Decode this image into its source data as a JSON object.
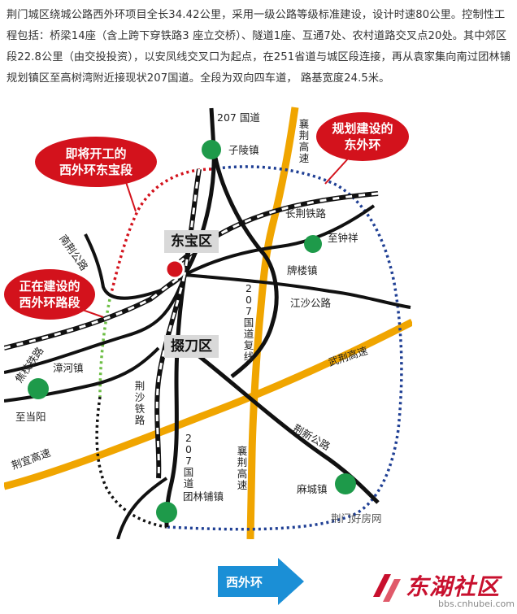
{
  "intro_text": "荆门城区绕城公路西外环项目全长34.42公里，采用一级公路等级标准建设，设计时速80公里。控制性工程包括：桥梁14座（含上跨下穿铁路3 座立交桥）、隧道1座、互通7处、农村道路交叉点20处。其中郊区段22.8公里（由交投投资），以安凤线交叉口为起点，在251省道与城区段连接，再从袁家集向南过团林铺规划镇区至高树湾附近接现状207国道。全段为双向四车道， 路基宽度24.5米。",
  "map": {
    "callouts": {
      "dongbao_line1": "即将开工的",
      "dongbao_line2": "西外环东宝段",
      "east_line1": "规划建设的",
      "east_line2": "东外环",
      "west_line1": "正在建设的",
      "west_line2": "西外环路段"
    },
    "districts": {
      "dongbao": "东宝区",
      "duodao": "掇刀区"
    },
    "labels": {
      "g207_top": "207 国道",
      "ziling": "子陵镇",
      "xiangjing_top": "襄荆高速",
      "changjing_rail": "长荆铁路",
      "zhizhongxiang": "至钟祥",
      "pailou": "牌楼镇",
      "jiangsha": "江沙公路",
      "g207_mid": "207国道复线",
      "wuhan_exp": "武荆高速",
      "nanjing_road": "南荆公路",
      "jiaozhi_rail": "焦枝铁路",
      "zhanghe": "漳河镇",
      "zhidangyang": "至当阳",
      "jingsha_rail": "荆沙铁路",
      "jingyi_exp": "荆宜高速",
      "g207_bottom": "207国道",
      "tuanlinpu": "团林铺镇",
      "xiangjing_bottom": "襄荆高速",
      "jingxin_road": "荆新公路",
      "macheng": "麻城镇"
    },
    "watermark": "荆门好房网"
  },
  "footer": {
    "button_label": "西外环",
    "logo_text": "东湖社区",
    "logo_url": "bbs.cnhubei.com"
  },
  "colors": {
    "highway": "#f0a500",
    "west_ring_planned": "#d3121c",
    "west_ring_building": "#6dbe45",
    "east_ring": "#1f3f94",
    "town": "#1e9a4a",
    "callout": "#d3121c",
    "button": "#1b8fd6"
  }
}
